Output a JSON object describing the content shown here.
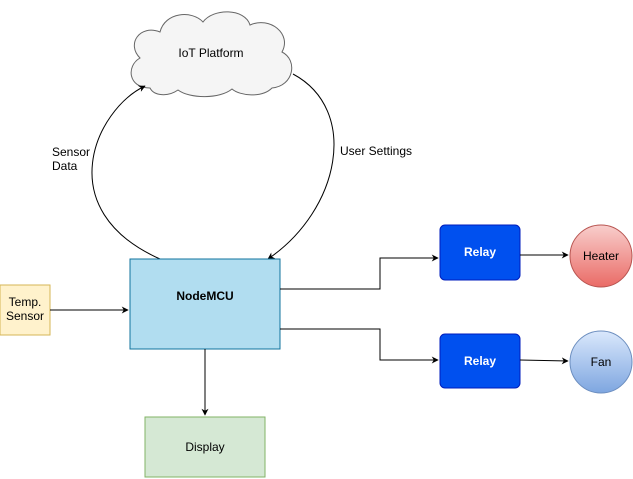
{
  "nodes": {
    "cloud": {
      "label": "IoT Platform",
      "fill": "#f5f5f5",
      "stroke": "#666666"
    },
    "nodemcu": {
      "label": "NodeMCU",
      "fill": "#b1ddf0",
      "stroke": "#10739e"
    },
    "temp_sensor": {
      "line1": "Temp.",
      "line2": "Sensor",
      "fill": "#fff2cc",
      "stroke": "#d6b656"
    },
    "display": {
      "label": "Display",
      "fill": "#d5e8d4",
      "stroke": "#82b366"
    },
    "relay_top": {
      "label": "Relay",
      "fill": "#0050ef",
      "stroke": "#001dbc"
    },
    "relay_bottom": {
      "label": "Relay",
      "fill": "#0050ef",
      "stroke": "#001dbc"
    },
    "heater": {
      "label": "Heater",
      "fill_top": "#f8cecc",
      "fill_bottom": "#ea6b66",
      "stroke": "#b85450"
    },
    "fan": {
      "label": "Fan",
      "fill_top": "#dae8fc",
      "fill_bottom": "#7ea6e0",
      "stroke": "#6c8ebf"
    }
  },
  "edges": {
    "sensor_data": {
      "line1": "Sensor",
      "line2": "Data"
    },
    "user_settings": {
      "label": "User Settings"
    }
  }
}
